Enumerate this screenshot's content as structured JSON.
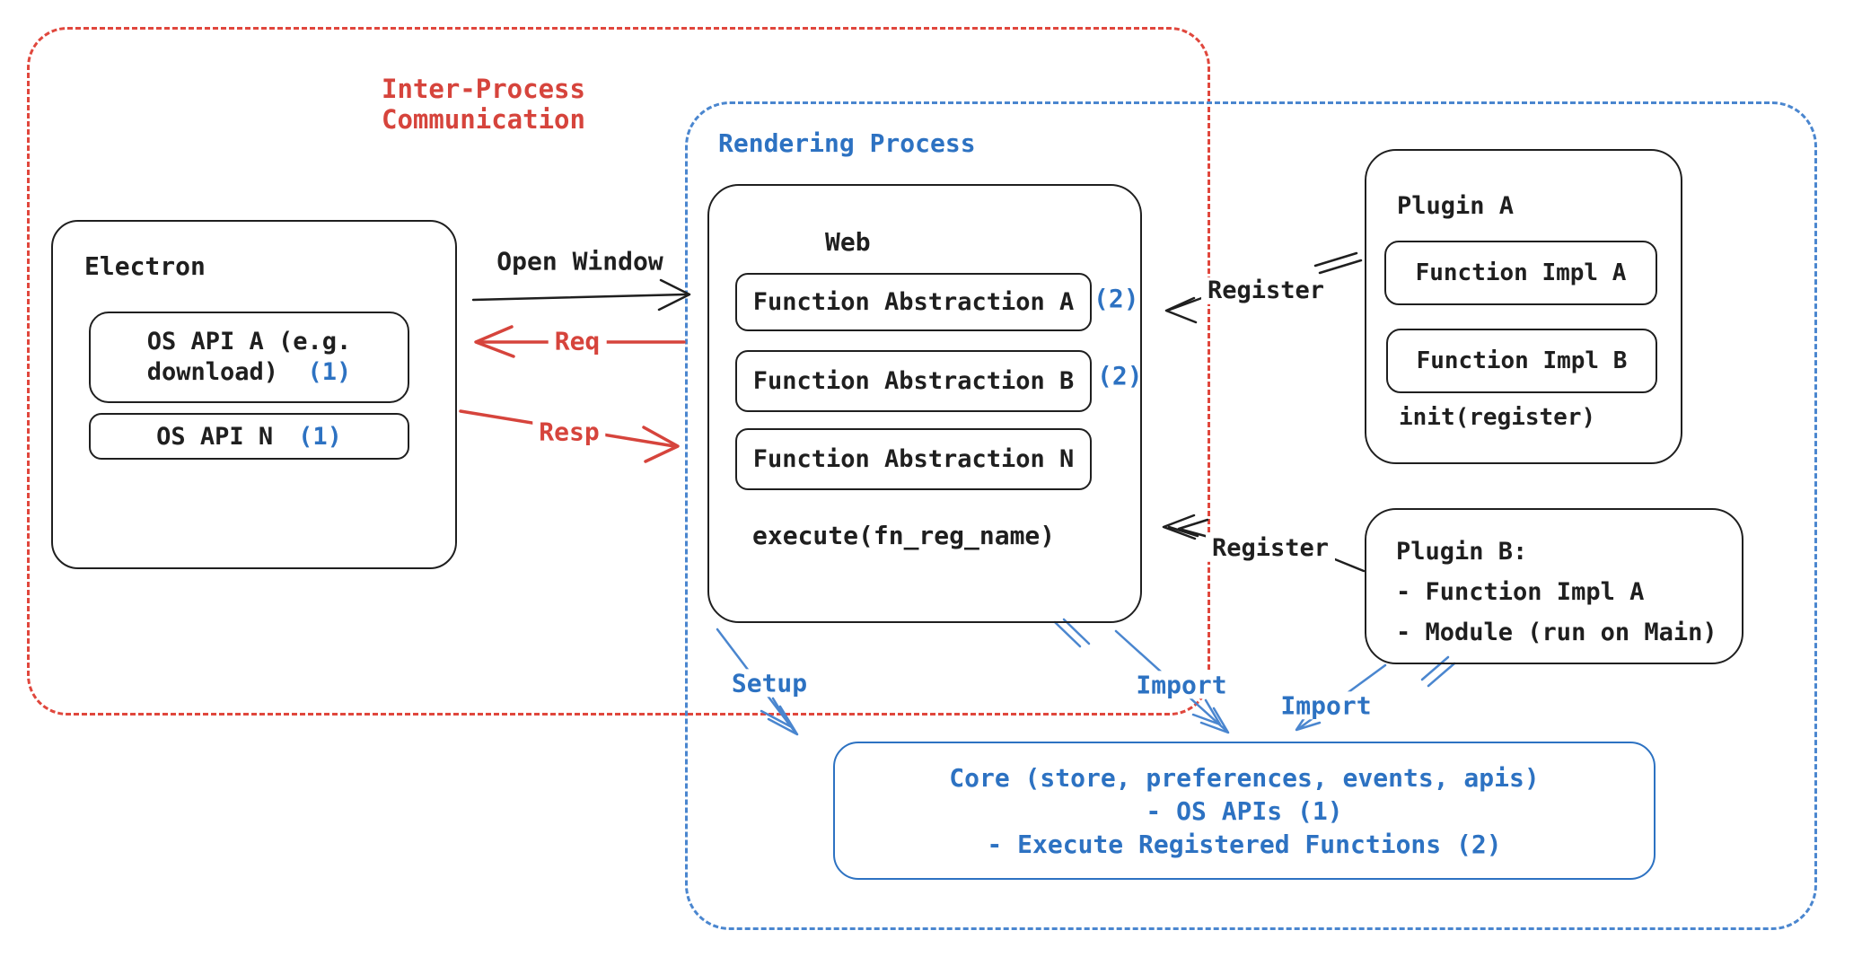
{
  "colors": {
    "ink": "#1f1f1f",
    "red_text": "#d6443c",
    "red_dash": "#e0473d",
    "blue_text": "#2d72c2",
    "blue_dash": "#4a86cf"
  },
  "regions": {
    "ipc": {
      "label_line1": "Inter-Process",
      "label_line2": "Communication"
    },
    "rendering": {
      "label": "Rendering Process"
    }
  },
  "electron": {
    "title": "Electron",
    "os_api_a": {
      "line1": "OS API A (e.g.",
      "line2": "download)",
      "ref": "(1)"
    },
    "os_api_n": {
      "label": "OS API N",
      "ref": "(1)"
    }
  },
  "web": {
    "title": "Web",
    "abstractions": [
      {
        "label": "Function Abstraction A",
        "ref": "(2)"
      },
      {
        "label": "Function Abstraction B",
        "ref": "(2)"
      },
      {
        "label": "Function Abstraction N",
        "ref": ""
      }
    ],
    "execute": "execute(fn_reg_name)"
  },
  "plugin_a": {
    "title": "Plugin A",
    "impls": [
      "Function Impl A",
      "Function Impl B"
    ],
    "init": "init(register)"
  },
  "plugin_b": {
    "title": "Plugin B:",
    "lines": [
      "- Function Impl A",
      "- Module (run on Main)"
    ]
  },
  "core": {
    "line1": "Core (store, preferences, events, apis)",
    "line2": "- OS APIs (1)",
    "line3": "- Execute Registered Functions (2)"
  },
  "arrows": {
    "open_window": "Open Window",
    "req": "Req",
    "resp": "Resp",
    "register_plugin_a": "Register",
    "register_plugin_b": "Register",
    "setup": "Setup",
    "import_web": "Import",
    "import_plugin_b": "Import"
  }
}
